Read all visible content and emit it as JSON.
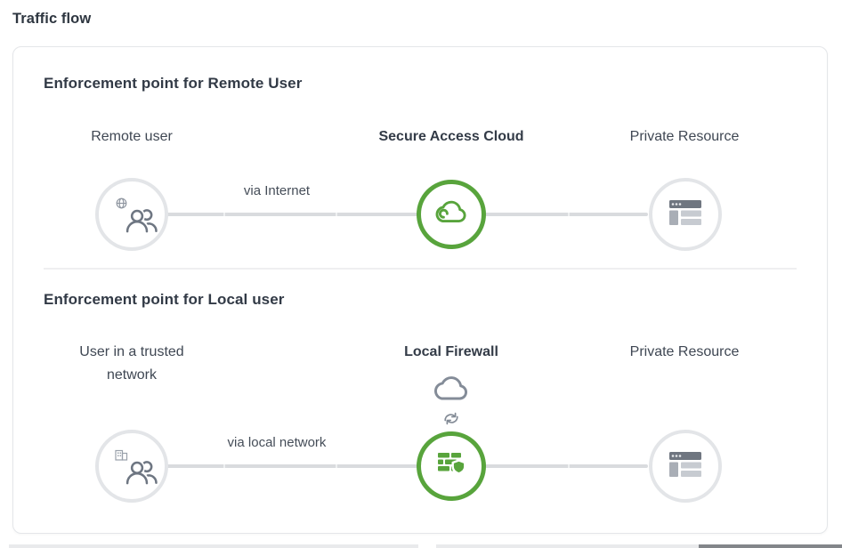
{
  "title": "Traffic flow",
  "accent_green": "#58a43c",
  "sections": [
    {
      "heading": "Enforcement point for Remote User",
      "connector_label": "via Internet",
      "nodes": [
        {
          "label": "Remote user",
          "icon": "remote-users-icon",
          "badge": "globe-icon"
        },
        {
          "label": "Secure Access Cloud",
          "icon": "cloud-icon",
          "highlighted": true
        },
        {
          "label": "Private Resource",
          "icon": "app-window-icon"
        }
      ]
    },
    {
      "heading": "Enforcement point for Local user",
      "connector_label": "via local network",
      "nodes": [
        {
          "label": "User in a trusted network",
          "icon": "local-users-icon",
          "badge": "building-icon"
        },
        {
          "label": "Local Firewall",
          "icon": "firewall-shield-icon",
          "highlighted": true,
          "above": "cloud-sync-icon"
        },
        {
          "label": "Private Resource",
          "icon": "app-window-icon"
        }
      ]
    }
  ]
}
